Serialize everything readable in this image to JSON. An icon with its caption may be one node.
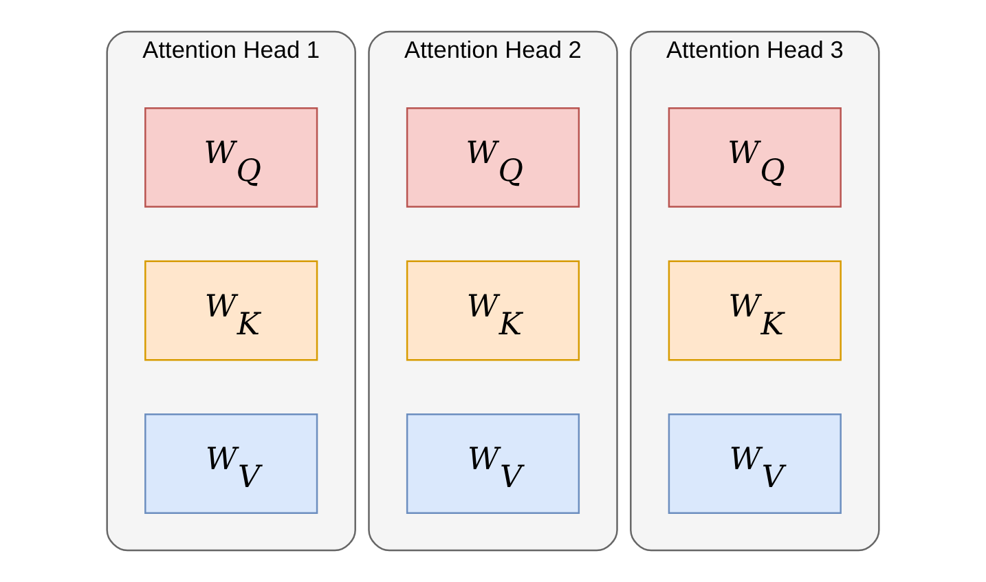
{
  "diagram": {
    "nodes": [
      {
        "text": [
          "Attention Head 1"
        ]
      },
      {
        "text": [
          "W$_{Q}$"
        ],
        "in": 0
      },
      {
        "text": [
          "W$_{K}$"
        ],
        "in": 0
      },
      {
        "text": [
          "W$_{V}$"
        ],
        "in": 0
      },
      {
        "text": [
          "Attention Head 2"
        ]
      },
      {
        "text": [
          "W$_{Q}$"
        ],
        "in": 4
      },
      {
        "text": [
          "W$_{K}$"
        ],
        "in": 4
      },
      {
        "text": [
          "W$_{V}$"
        ],
        "in": 4
      },
      {
        "text": [
          "Attention Head 3"
        ]
      },
      {
        "text": [
          "W$_{Q}$"
        ],
        "in": 8
      },
      {
        "text": [
          "W$_{K}$"
        ],
        "in": 8
      },
      {
        "text": [
          "W$_{V}$"
        ],
        "in": 8
      }
    ],
    "edges": []
  }
}
